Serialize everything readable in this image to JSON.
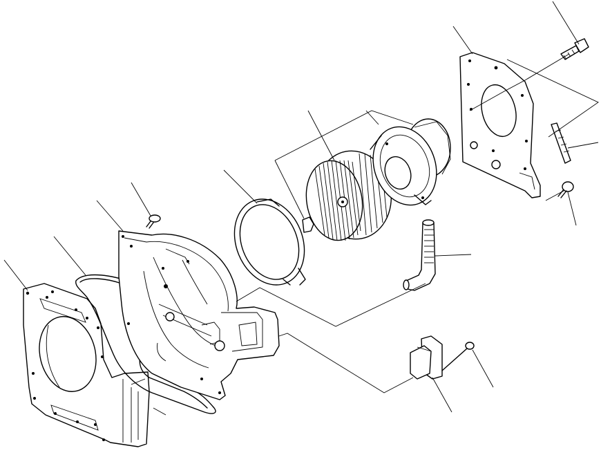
{
  "figure": {
    "type": "exploded-parts-diagram",
    "parts": [
      {
        "id": "mounting-plate-right",
        "icon": "bracket-plate"
      },
      {
        "id": "bolt-top-right",
        "icon": "bolt"
      },
      {
        "id": "gasket-strip",
        "icon": "seal-strip"
      },
      {
        "id": "bolt-right",
        "icon": "bolt"
      },
      {
        "id": "blower-motor",
        "icon": "motor"
      },
      {
        "id": "fan-wheel",
        "icon": "squirrel-cage-fan"
      },
      {
        "id": "hose-fitting",
        "icon": "hose"
      },
      {
        "id": "resistor",
        "icon": "resistor-block"
      },
      {
        "id": "screw-resistor",
        "icon": "screw"
      },
      {
        "id": "seal-ring",
        "icon": "ring"
      },
      {
        "id": "screw-housing",
        "icon": "screw"
      },
      {
        "id": "blower-housing",
        "icon": "scroll-housing"
      },
      {
        "id": "housing-gasket",
        "icon": "gasket"
      },
      {
        "id": "cover-plate",
        "icon": "cover-plate"
      }
    ],
    "leader_line_count": 14
  }
}
